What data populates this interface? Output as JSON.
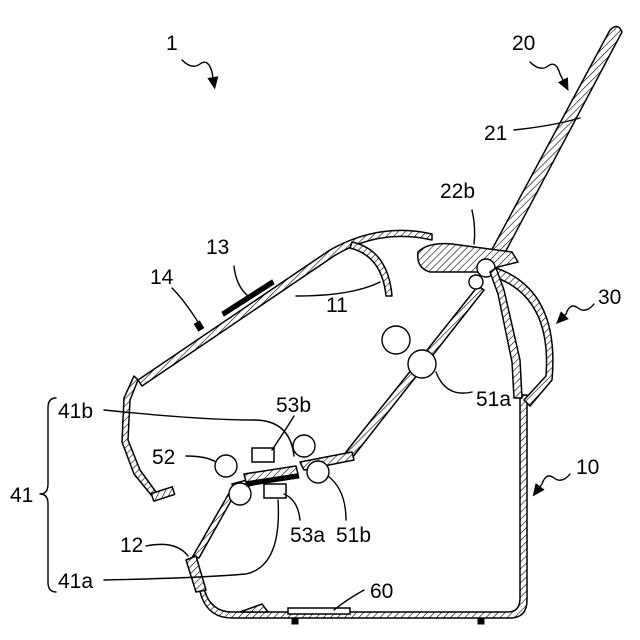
{
  "labels": {
    "l1": "1",
    "l20": "20",
    "l21": "21",
    "l22b": "22b",
    "l30": "30",
    "l13": "13",
    "l14": "14",
    "l11": "11",
    "l51a": "51a",
    "l41b": "41b",
    "l53b": "53b",
    "l52": "52",
    "l41": "41",
    "l10": "10",
    "l53a": "53a",
    "l51b": "51b",
    "l12": "12",
    "l41a": "41a",
    "l60": "60"
  }
}
